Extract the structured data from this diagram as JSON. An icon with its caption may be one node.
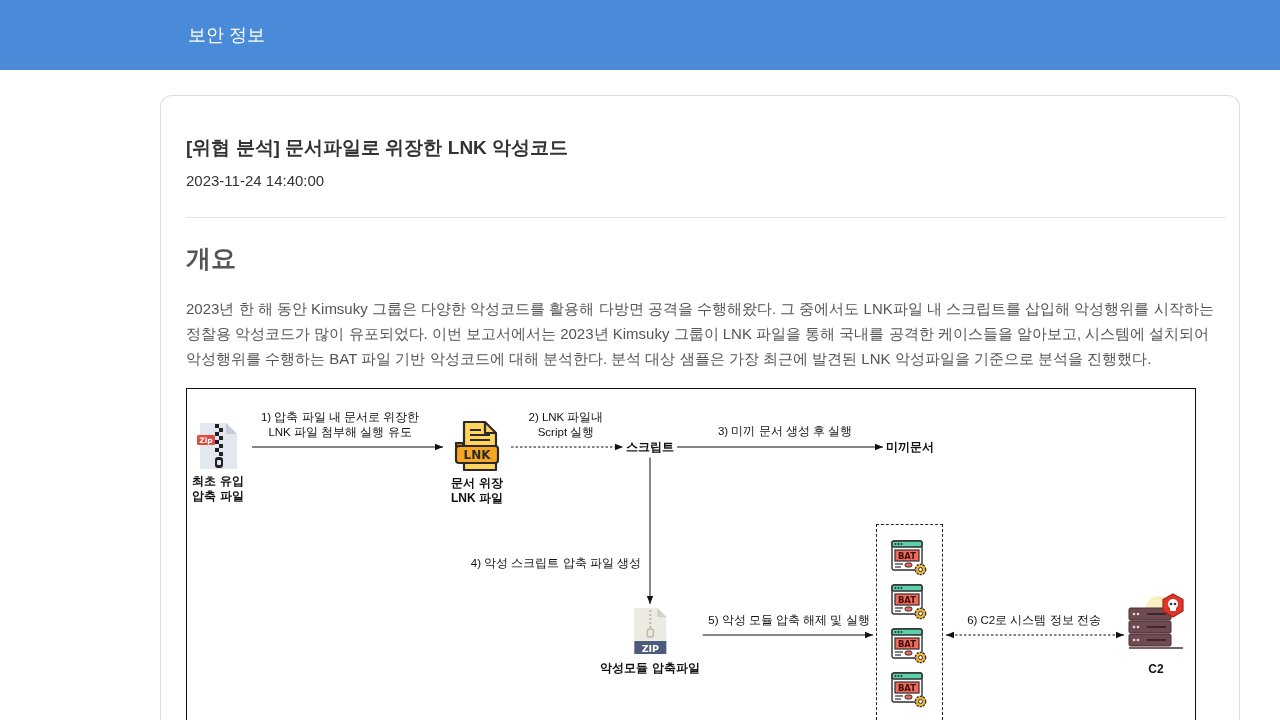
{
  "diagram": {
    "title": "[위협 분석] 문서파일로 위장한 LNK 악성코드",
    "nodes": [
      {
        "text": [
          "Zip",
          "최초 유입 압축 파일"
        ]
      },
      {
        "text": [
          "LNK",
          "문서 위장 LNK 파일"
        ]
      },
      {
        "text": [
          "스크립트"
        ]
      },
      {
        "text": [
          "미끼문서"
        ]
      },
      {
        "text": [
          "ZIP",
          "악성모듈 압축파일"
        ]
      },
      {
        "text": [],
        "shape": "box"
      },
      {
        "text": [
          "BAT"
        ],
        "in": 5
      },
      {
        "text": [
          "BAT"
        ],
        "in": 5
      },
      {
        "text": [
          "BAT"
        ],
        "in": 5
      },
      {
        "text": [
          "BAT"
        ],
        "in": 5
      },
      {
        "text": [
          "C2"
        ]
      }
    ],
    "edges": [
      {
        "from": 0,
        "to": 1,
        "arrow": "to",
        "label": "1) 압축 파일 내 문서로 위장한 LNK 파일 첨부해 실행 유도"
      },
      {
        "from": 1,
        "to": 2,
        "arrow": "to",
        "label": "2) LNK 파일내 Script 실행",
        "style": "dashed"
      },
      {
        "from": 2,
        "to": 3,
        "arrow": "to",
        "label": "3) 미끼 문서 생성 후 실행"
      },
      {
        "from": 2,
        "to": 4,
        "arrow": "to",
        "label": "4) 악성 스크립트 압축 파일 생성"
      },
      {
        "from": 4,
        "to": 5,
        "arrow": "to",
        "label": "5) 악성 모듈 압축 해제 및 실행"
      },
      {
        "from": 5,
        "to": 10,
        "arrow": "both",
        "label": "6) C2로 시스템 정보 전송",
        "style": "dashed"
      }
    ],
    "labels": [
      "보안 정보",
      "2023-11-24 14:40:00",
      "개요",
      "2023년 한 해 동안 Kimsuky 그룹은 다양한 악성코드를 활용해 다방면 공격을 수행해왔다. 그 중에서도 LNK파일 내 스크립트를 삽입해 악성행위를 시작하는 정찰용 악성코드가 많이 유포되었다. 이번 보고서에서는 2023년 Kimsuky 그룹이 LNK 파일을 통해 국내를 공격한 케이스들을 알아보고, 시스템에 설치되어 악성행위를 수행하는 BAT 파일 기반 악성코드에 대해 분석한다. 분석 대상 샘플은 가장 최근에 발견된 LNK 악성파일을 기준으로 분석을 진행했다."
    ]
  }
}
